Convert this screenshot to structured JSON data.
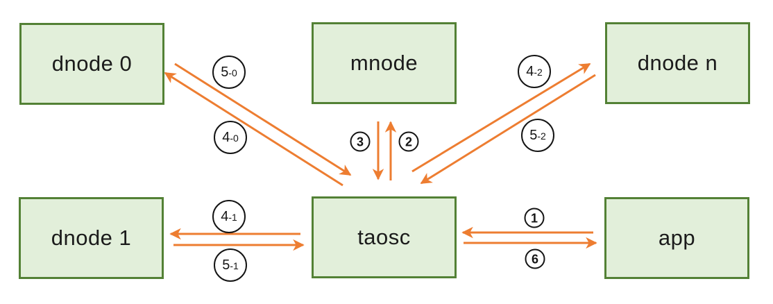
{
  "diagram": {
    "type": "architecture-flow",
    "colors": {
      "arrow": "#ED7D31",
      "node_fill": "#E2EFDA",
      "node_border": "#538135",
      "label_ink": "#141414"
    },
    "nodes": [
      {
        "id": "dnode0",
        "label": "dnode 0"
      },
      {
        "id": "mnode",
        "label": "mnode"
      },
      {
        "id": "dnoden",
        "label": "dnode n"
      },
      {
        "id": "dnode1",
        "label": "dnode 1"
      },
      {
        "id": "taosc",
        "label": "taosc"
      },
      {
        "id": "app",
        "label": "app"
      }
    ],
    "edges": [
      {
        "id": "5-0",
        "main": "5",
        "suffix": "-0",
        "from": "dnode 0",
        "to": "taosc"
      },
      {
        "id": "4-0",
        "main": "4",
        "suffix": "-0",
        "from": "taosc",
        "to": "dnode 0"
      },
      {
        "id": "3",
        "main": "3",
        "suffix": "",
        "from": "mnode",
        "to": "taosc"
      },
      {
        "id": "2",
        "main": "2",
        "suffix": "",
        "from": "taosc",
        "to": "mnode"
      },
      {
        "id": "4-2",
        "main": "4",
        "suffix": "-2",
        "from": "taosc",
        "to": "dnode n"
      },
      {
        "id": "5-2",
        "main": "5",
        "suffix": "-2",
        "from": "dnode n",
        "to": "taosc"
      },
      {
        "id": "4-1",
        "main": "4",
        "suffix": "-1",
        "from": "taosc",
        "to": "dnode 1"
      },
      {
        "id": "5-1",
        "main": "5",
        "suffix": "-1",
        "from": "dnode 1",
        "to": "taosc"
      },
      {
        "id": "1",
        "main": "1",
        "suffix": "",
        "from": "app",
        "to": "taosc"
      },
      {
        "id": "6",
        "main": "6",
        "suffix": "",
        "from": "taosc",
        "to": "app"
      }
    ]
  }
}
